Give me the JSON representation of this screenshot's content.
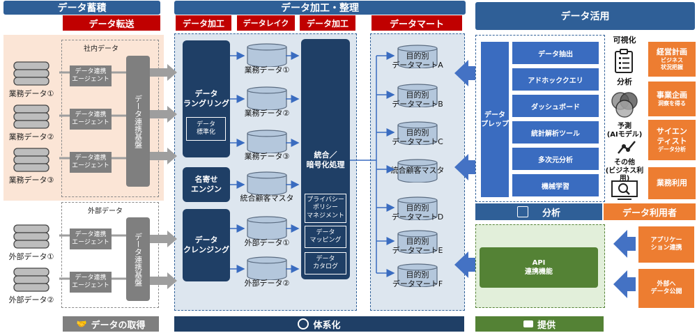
{
  "headers": {
    "accumulate": "データ蓄積",
    "process": "データ加工・整理",
    "utilize": "データ活用"
  },
  "subheaders": {
    "transfer": "データ転送",
    "processing1": "データ加工",
    "lake": "データレイク",
    "processing2": "データ加工",
    "mart": "データマート"
  },
  "sources": {
    "internal_label": "社内データ",
    "external_label": "外部データ",
    "internal": [
      "業務データ①",
      "業務データ②",
      "業務データ③"
    ],
    "external": [
      "外部データ①",
      "外部データ②"
    ],
    "agent": "データ連携\nエージェント",
    "platform": "データ連携基盤"
  },
  "processing": {
    "wrangling": "データ\nラングリング",
    "standardize": "データ\n標準化",
    "matching": "名寄せ\nエンジン",
    "cleansing": "データ\nクレンジング"
  },
  "lake_items": [
    "業務データ①",
    "業務データ②",
    "業務データ③",
    "統合顧客マスタ",
    "外部データ①",
    "外部データ②"
  ],
  "integration": {
    "title": "統合／\n暗号化処理",
    "items": [
      "プライバシー\nポリシー\nマネジメント",
      "データ\nマッピング",
      "データ\nカタログ"
    ]
  },
  "marts": [
    "目的別\nデータマートA",
    "目的別\nデータマートB",
    "目的別\nデータマートC",
    "統合顧客マスタ",
    "目的別\nデータマートD",
    "目的別\nデータマートE",
    "目的別\nデータマートF"
  ],
  "analysis": {
    "prep": "データ\nプレップ",
    "tools": [
      "データ抽出",
      "アドホッククエリ",
      "ダッシュボード",
      "統計解析ツール",
      "多次元分析",
      "機械学習"
    ],
    "label": "分析"
  },
  "uses": [
    {
      "label": "可視化"
    },
    {
      "label": "分析"
    },
    {
      "label": "予測\n(AIモデル)"
    },
    {
      "label": "その他\n(ビジネス利用)"
    }
  ],
  "users": {
    "items": [
      {
        "title": "経営計画",
        "sub": "ビジネス\n状況把握"
      },
      {
        "title": "事業企画",
        "sub": "洞察を得る"
      },
      {
        "title": "サイエン\nティスト",
        "sub": "データ分析"
      },
      {
        "title": "業務利用",
        "sub": ""
      }
    ],
    "label": "データ利用者"
  },
  "provide": {
    "api": "API\n連携機能",
    "app": "アプリケー\nション連携",
    "external": "外部へ\nデータ公開"
  },
  "footers": {
    "acquire": "データの取得",
    "systematize": "体系化",
    "provide": "提供"
  },
  "colors": {
    "navy": "#1f3f66",
    "header_blue": "#2f5f97",
    "red": "#c00000",
    "orange": "#ed7d31",
    "green": "#548235",
    "region": "#dde6ef",
    "pink": "#fbe5d6"
  }
}
